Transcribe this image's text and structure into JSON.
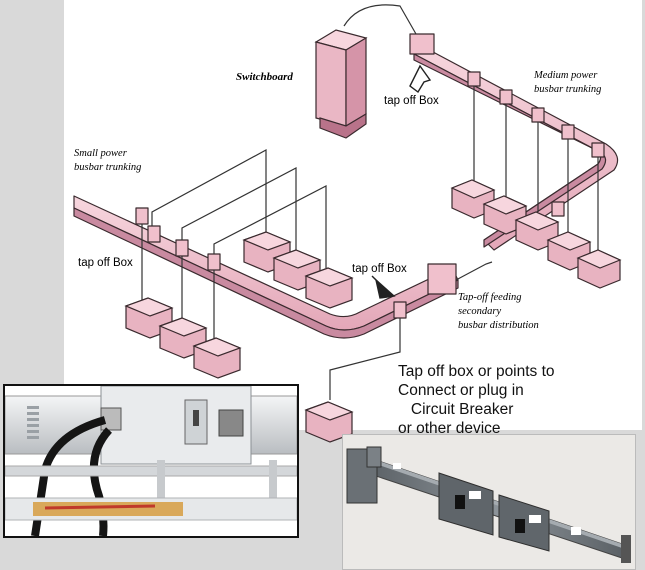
{
  "labels": {
    "switchboard": "Switchboard",
    "medium_line1": "Medium power",
    "medium_line2": "busbar trunking",
    "small_line1": "Small power",
    "small_line2": "busbar trunking",
    "tap_off_top": "tap off Box",
    "tap_off_left": "tap off Box",
    "tap_off_mid": "tap off Box",
    "feed_line1": "Tap-off feeding",
    "feed_line2": "secondary",
    "feed_line3": "busbar distribution"
  },
  "callout": {
    "text": "Tap off box or points to\nConnect or plug in\n   Circuit Breaker\nor other device"
  },
  "colors": {
    "busbar_fill": "#f2c4d0",
    "busbar_dark": "#c98aa0",
    "outline": "#3a2a2e",
    "box_fill": "#e8b3c1",
    "metal_gray": "#8a9096"
  }
}
